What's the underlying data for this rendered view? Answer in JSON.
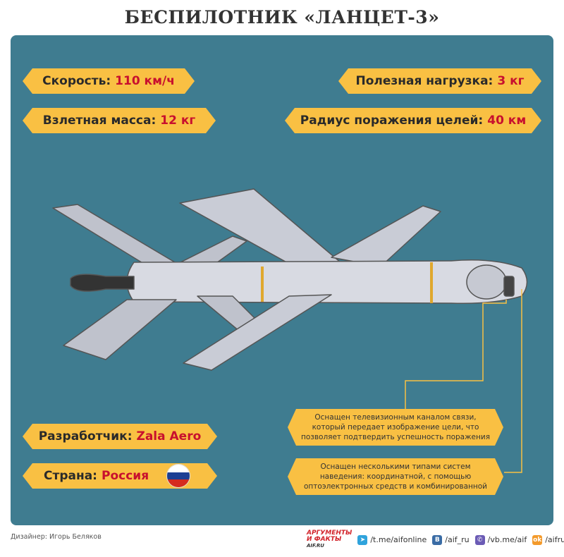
{
  "title": "БЕСПИЛОТНИК «ЛАНЦЕТ-3»",
  "specs": {
    "speed": {
      "label": "Скорость:",
      "value": "110 км/ч"
    },
    "payload": {
      "label": "Полезная нагрузка:",
      "value": "3 кг"
    },
    "mass": {
      "label": "Взлетная масса:",
      "value": "12 кг"
    },
    "radius": {
      "label": "Радиус поражения целей:",
      "value": "40 км"
    },
    "developer": {
      "label": "Разработчик:",
      "value": "Zala Aero"
    },
    "country": {
      "label": "Страна:",
      "value": "Россия"
    }
  },
  "notes": [
    "Оснащен телевизионным каналом связи, который передает изображение цели, что позволяет подтвердить успешность поражения",
    "Оснащен несколькими типами систем наведения: координатной, с помощью оптоэлектронных средств и комбинированной"
  ],
  "footer": {
    "designer": "Дизайнер: Игорь Беляков",
    "logo_top": "АРГУМЕНТЫ",
    "logo_bottom": "И ФАКТЫ",
    "logo_site": "AIF.RU",
    "links": [
      "/t.me/aifonline",
      "/aif_ru",
      "/vb.me/aif",
      "/aifru"
    ]
  },
  "colors": {
    "panel": "#3f7c90",
    "badge": "#f9c043",
    "accent": "#c8102e"
  }
}
